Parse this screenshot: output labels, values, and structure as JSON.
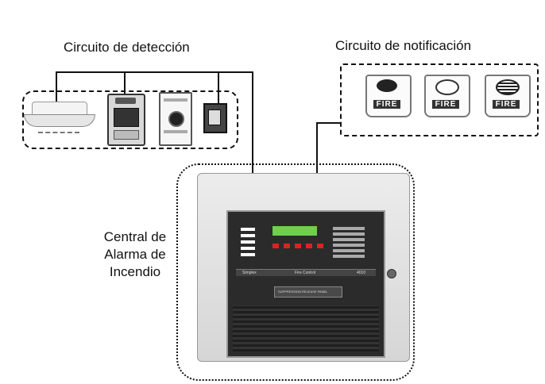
{
  "labels": {
    "detection": "Circuito de detección",
    "notification": "Circuito de notificación",
    "central_line1": "Central de",
    "central_line2": "Alarma de",
    "central_line3": "Incendio"
  },
  "devices": {
    "notification_appliance_text": "FIRE",
    "panel_brand": "Simplex",
    "panel_title": "Fire Control",
    "panel_model": "4010",
    "panel_plate": "SUPPRESSION RELEASE PANEL"
  }
}
